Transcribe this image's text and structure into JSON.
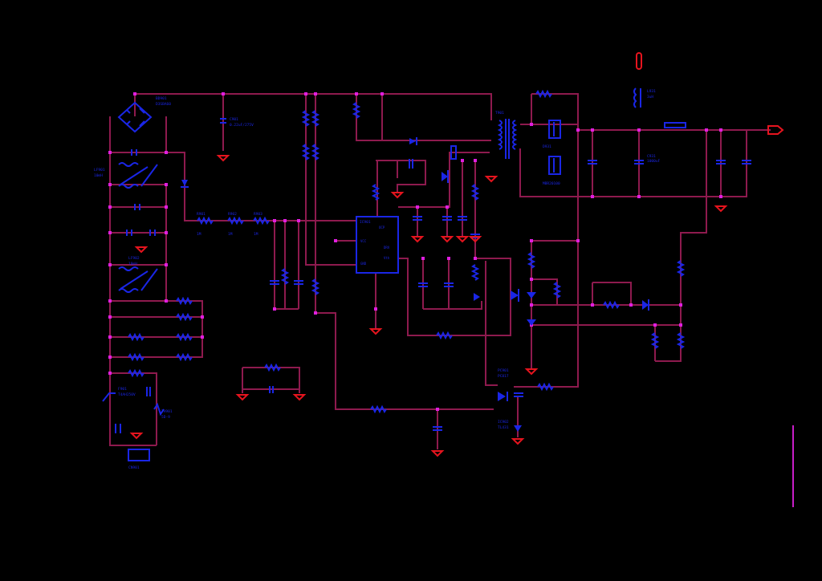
{
  "colors": {
    "background": "#000000",
    "wire": "#8e1a4e",
    "component": "#1a26e6",
    "ground": "#e6141e",
    "junction": "#e01ee0"
  },
  "labels": {
    "bridge": {
      "ref": "BD901",
      "value": "D3SBA60"
    },
    "cx_in": {
      "ref": "C901",
      "value": "0.22uF/275V"
    },
    "lf1": {
      "ref": "LF901",
      "value": "10mH"
    },
    "lf2": {
      "ref": "LF902",
      "value": "10mH"
    },
    "r_chain": [
      {
        "ref": "R901",
        "value": "1M"
      },
      {
        "ref": "R902",
        "value": "1M"
      },
      {
        "ref": "R903",
        "value": "1M"
      }
    ],
    "ic": {
      "ref": "IC901",
      "pins": [
        "OCP",
        "VCC",
        "GND",
        "Vth",
        "DRV"
      ]
    },
    "fuse": {
      "ref": "F901",
      "value": "T4AH250V"
    },
    "thermistor": {
      "ref": "TH901",
      "value": "5D-9"
    },
    "transformer": {
      "ref": "T901"
    },
    "out_cap": {
      "ref": "C931",
      "value": "1000uF"
    },
    "out_choke": {
      "ref": "L931",
      "value": "3uH"
    },
    "diode_out": {
      "ref": "D931",
      "value": "MBR20100"
    },
    "photo": {
      "ref": "PC901",
      "value": "PC817"
    },
    "tl431": {
      "ref": "IC902",
      "value": "TL431"
    },
    "ac_in": {
      "ref": "CN901"
    }
  }
}
